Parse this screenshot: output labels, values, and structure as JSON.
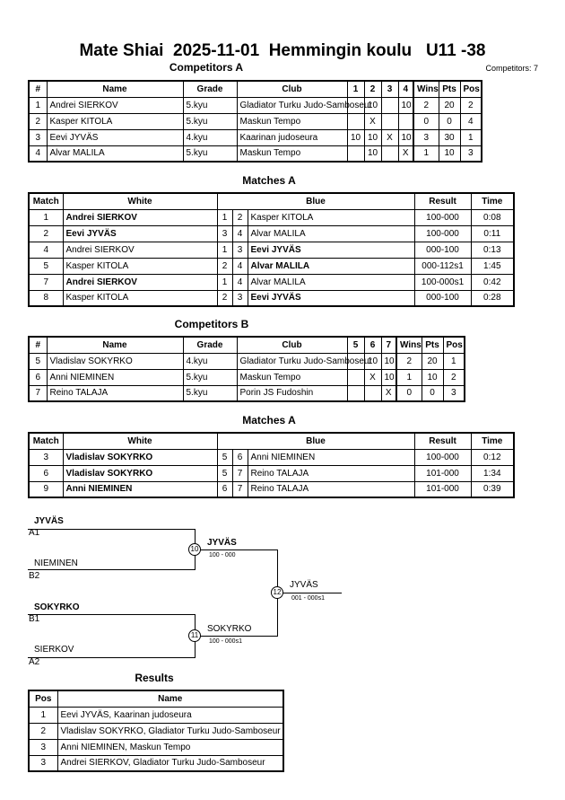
{
  "header": {
    "title": "Mate Shiai  2025-11-01  Hemmingin koulu   U11 -38",
    "competitors_count": "Competitors: 7"
  },
  "competitors_a": {
    "title": "Competitors A",
    "columns": [
      "#",
      "Name",
      "Grade",
      "Club",
      "1",
      "2",
      "3",
      "4",
      "Wins",
      "Pts",
      "Pos"
    ],
    "rows": [
      {
        "num": "1",
        "name": "Andrei SIERKOV",
        "grade": "5.kyu",
        "club": "Gladiator Turku Judo-Samboseur",
        "s1": "",
        "s2": "10",
        "s3": "",
        "s4": "10",
        "wins": "2",
        "pts": "20",
        "pos": "2"
      },
      {
        "num": "2",
        "name": "Kasper KITOLA",
        "grade": "5.kyu",
        "club": "Maskun Tempo",
        "s1": "",
        "s2": "X",
        "s3": "",
        "s4": "",
        "wins": "0",
        "pts": "0",
        "pos": "4"
      },
      {
        "num": "3",
        "name": "Eevi JYVÄS",
        "grade": "4.kyu",
        "club": "Kaarinan judoseura",
        "s1": "10",
        "s2": "10",
        "s3": "X",
        "s4": "10",
        "wins": "3",
        "pts": "30",
        "pos": "1"
      },
      {
        "num": "4",
        "name": "Alvar MALILA",
        "grade": "5.kyu",
        "club": "Maskun Tempo",
        "s1": "",
        "s2": "10",
        "s3": "",
        "s4": "X",
        "wins": "1",
        "pts": "10",
        "pos": "3"
      }
    ]
  },
  "matches_a": {
    "title": "Matches A",
    "columns": [
      "Match",
      "White",
      "Blue",
      "Result",
      "Time"
    ],
    "rows": [
      {
        "match": "1",
        "white": "Andrei SIERKOV",
        "wn": "1",
        "bn": "2",
        "blue": "Kasper KITOLA",
        "result": "100-000",
        "time": "0:08",
        "winner": "white"
      },
      {
        "match": "2",
        "white": "Eevi JYVÄS",
        "wn": "3",
        "bn": "4",
        "blue": "Alvar MALILA",
        "result": "100-000",
        "time": "0:11",
        "winner": "white"
      },
      {
        "match": "4",
        "white": "Andrei SIERKOV",
        "wn": "1",
        "bn": "3",
        "blue": "Eevi JYVÄS",
        "result": "000-100",
        "time": "0:13",
        "winner": "blue"
      },
      {
        "match": "5",
        "white": "Kasper KITOLA",
        "wn": "2",
        "bn": "4",
        "blue": "Alvar MALILA",
        "result": "000-112s1",
        "time": "1:45",
        "winner": "blue"
      },
      {
        "match": "7",
        "white": "Andrei SIERKOV",
        "wn": "1",
        "bn": "4",
        "blue": "Alvar MALILA",
        "result": "100-000s1",
        "time": "0:42",
        "winner": "white"
      },
      {
        "match": "8",
        "white": "Kasper KITOLA",
        "wn": "2",
        "bn": "3",
        "blue": "Eevi JYVÄS",
        "result": "000-100",
        "time": "0:28",
        "winner": "blue"
      }
    ]
  },
  "competitors_b": {
    "title": "Competitors B",
    "columns": [
      "#",
      "Name",
      "Grade",
      "Club",
      "5",
      "6",
      "7",
      "Wins",
      "Pts",
      "Pos"
    ],
    "rows": [
      {
        "num": "5",
        "name": "Vladislav SOKYRKO",
        "grade": "4.kyu",
        "club": "Gladiator Turku Judo-Samboseur",
        "s5": "",
        "s6": "10",
        "s7": "10",
        "wins": "2",
        "pts": "20",
        "pos": "1"
      },
      {
        "num": "6",
        "name": "Anni NIEMINEN",
        "grade": "5.kyu",
        "club": "Maskun Tempo",
        "s5": "",
        "s6": "X",
        "s7": "10",
        "wins": "1",
        "pts": "10",
        "pos": "2"
      },
      {
        "num": "7",
        "name": "Reino TALAJA",
        "grade": "5.kyu",
        "club": "Porin JS Fudoshin",
        "s5": "",
        "s6": "",
        "s7": "X",
        "wins": "0",
        "pts": "0",
        "pos": "3"
      }
    ]
  },
  "matches_b": {
    "title": "Matches A",
    "columns": [
      "Match",
      "White",
      "Blue",
      "Result",
      "Time"
    ],
    "rows": [
      {
        "match": "3",
        "white": "Vladislav SOKYRKO",
        "wn": "5",
        "bn": "6",
        "blue": "Anni NIEMINEN",
        "result": "100-000",
        "time": "0:12",
        "winner": "white"
      },
      {
        "match": "6",
        "white": "Vladislav SOKYRKO",
        "wn": "5",
        "bn": "7",
        "blue": "Reino TALAJA",
        "result": "101-000",
        "time": "1:34",
        "winner": "white"
      },
      {
        "match": "9",
        "white": "Anni NIEMINEN",
        "wn": "6",
        "bn": "7",
        "blue": "Reino TALAJA",
        "result": "101-000",
        "time": "0:39",
        "winner": "white"
      }
    ]
  },
  "bracket": {
    "p1": {
      "name": "JYVÄS",
      "seed": "A1"
    },
    "p2": {
      "name": "NIEMINEN",
      "seed": "B2"
    },
    "p3": {
      "name": "SOKYRKO",
      "seed": "B1"
    },
    "p4": {
      "name": "SIERKOV",
      "seed": "A2"
    },
    "m10": {
      "num": "10",
      "winner": "JYVÄS",
      "score": "100 - 000"
    },
    "m11": {
      "num": "11",
      "winner": "SOKYRKO",
      "score": "100 - 000s1"
    },
    "m12": {
      "num": "12",
      "winner": "JYVÄS",
      "score": "001 - 000s1"
    }
  },
  "results": {
    "title": "Results",
    "columns": [
      "Pos",
      "Name"
    ],
    "rows": [
      {
        "pos": "1",
        "name": "Eevi JYVÄS, Kaarinan judoseura"
      },
      {
        "pos": "2",
        "name": "Vladislav SOKYRKO, Gladiator Turku Judo-Samboseur"
      },
      {
        "pos": "3",
        "name": "Anni NIEMINEN, Maskun Tempo"
      },
      {
        "pos": "3",
        "name": "Andrei SIERKOV, Gladiator Turku Judo-Samboseur"
      }
    ]
  }
}
